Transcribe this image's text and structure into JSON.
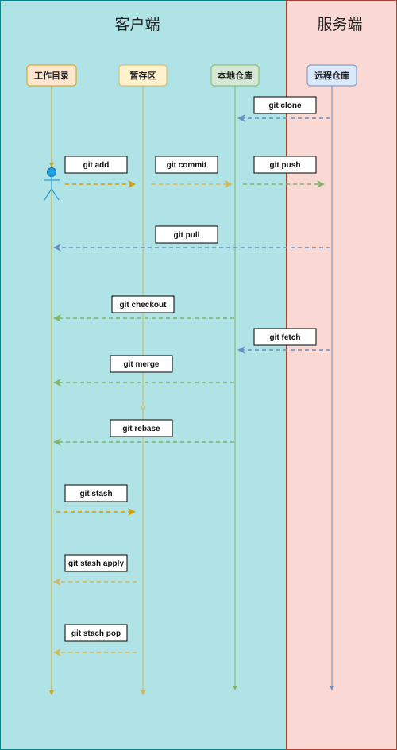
{
  "zones": {
    "client": {
      "title": "客户端",
      "fill": "#b0e3e6",
      "stroke": "#0e8088"
    },
    "server": {
      "title": "服务端",
      "fill": "#fad9d5",
      "stroke": "#ae4132"
    }
  },
  "participants": [
    {
      "id": "workdir",
      "label": "工作目录",
      "fill": "#ffe6cc",
      "stroke": "#d79b00",
      "line": "#c8a81a"
    },
    {
      "id": "stage",
      "label": "暂存区",
      "fill": "#fff2cc",
      "stroke": "#d6b656",
      "line": "#d6b656"
    },
    {
      "id": "local",
      "label": "本地仓库",
      "fill": "#d5e8d4",
      "stroke": "#82b366",
      "line": "#82b366"
    },
    {
      "id": "remote",
      "label": "远程仓库",
      "fill": "#dae8fc",
      "stroke": "#6c8ebf",
      "line": "#6c8ebf"
    }
  ],
  "actor": {
    "name": "person-icon",
    "color": "#1ba1e2"
  },
  "commands": [
    {
      "label": "git clone",
      "from": "remote",
      "to": "local",
      "color": "#6c8ebf"
    },
    {
      "label": "git add",
      "from": "workdir",
      "to": "stage",
      "color": "#d79b00"
    },
    {
      "label": "git commit",
      "from": "stage",
      "to": "local",
      "color": "#d6b656"
    },
    {
      "label": "git push",
      "from": "local",
      "to": "remote",
      "color": "#82b366"
    },
    {
      "label": "git pull",
      "from": "remote",
      "to": "workdir",
      "color": "#6c8ebf"
    },
    {
      "label": "git checkout",
      "from": "local",
      "to": "workdir",
      "color": "#82b366"
    },
    {
      "label": "git fetch",
      "from": "remote",
      "to": "local",
      "color": "#6c8ebf"
    },
    {
      "label": "git merge",
      "from": "local",
      "to": "workdir",
      "color": "#82b366"
    },
    {
      "label": "git rebase",
      "from": "local",
      "to": "workdir",
      "color": "#82b366"
    },
    {
      "label": "git stash",
      "from": "workdir",
      "to": "stage",
      "color": "#d79b00"
    },
    {
      "label": "git stash apply",
      "from": "stage",
      "to": "workdir",
      "color": "#d6b656"
    },
    {
      "label": "git stach pop",
      "from": "stage",
      "to": "workdir",
      "color": "#d6b656"
    }
  ]
}
